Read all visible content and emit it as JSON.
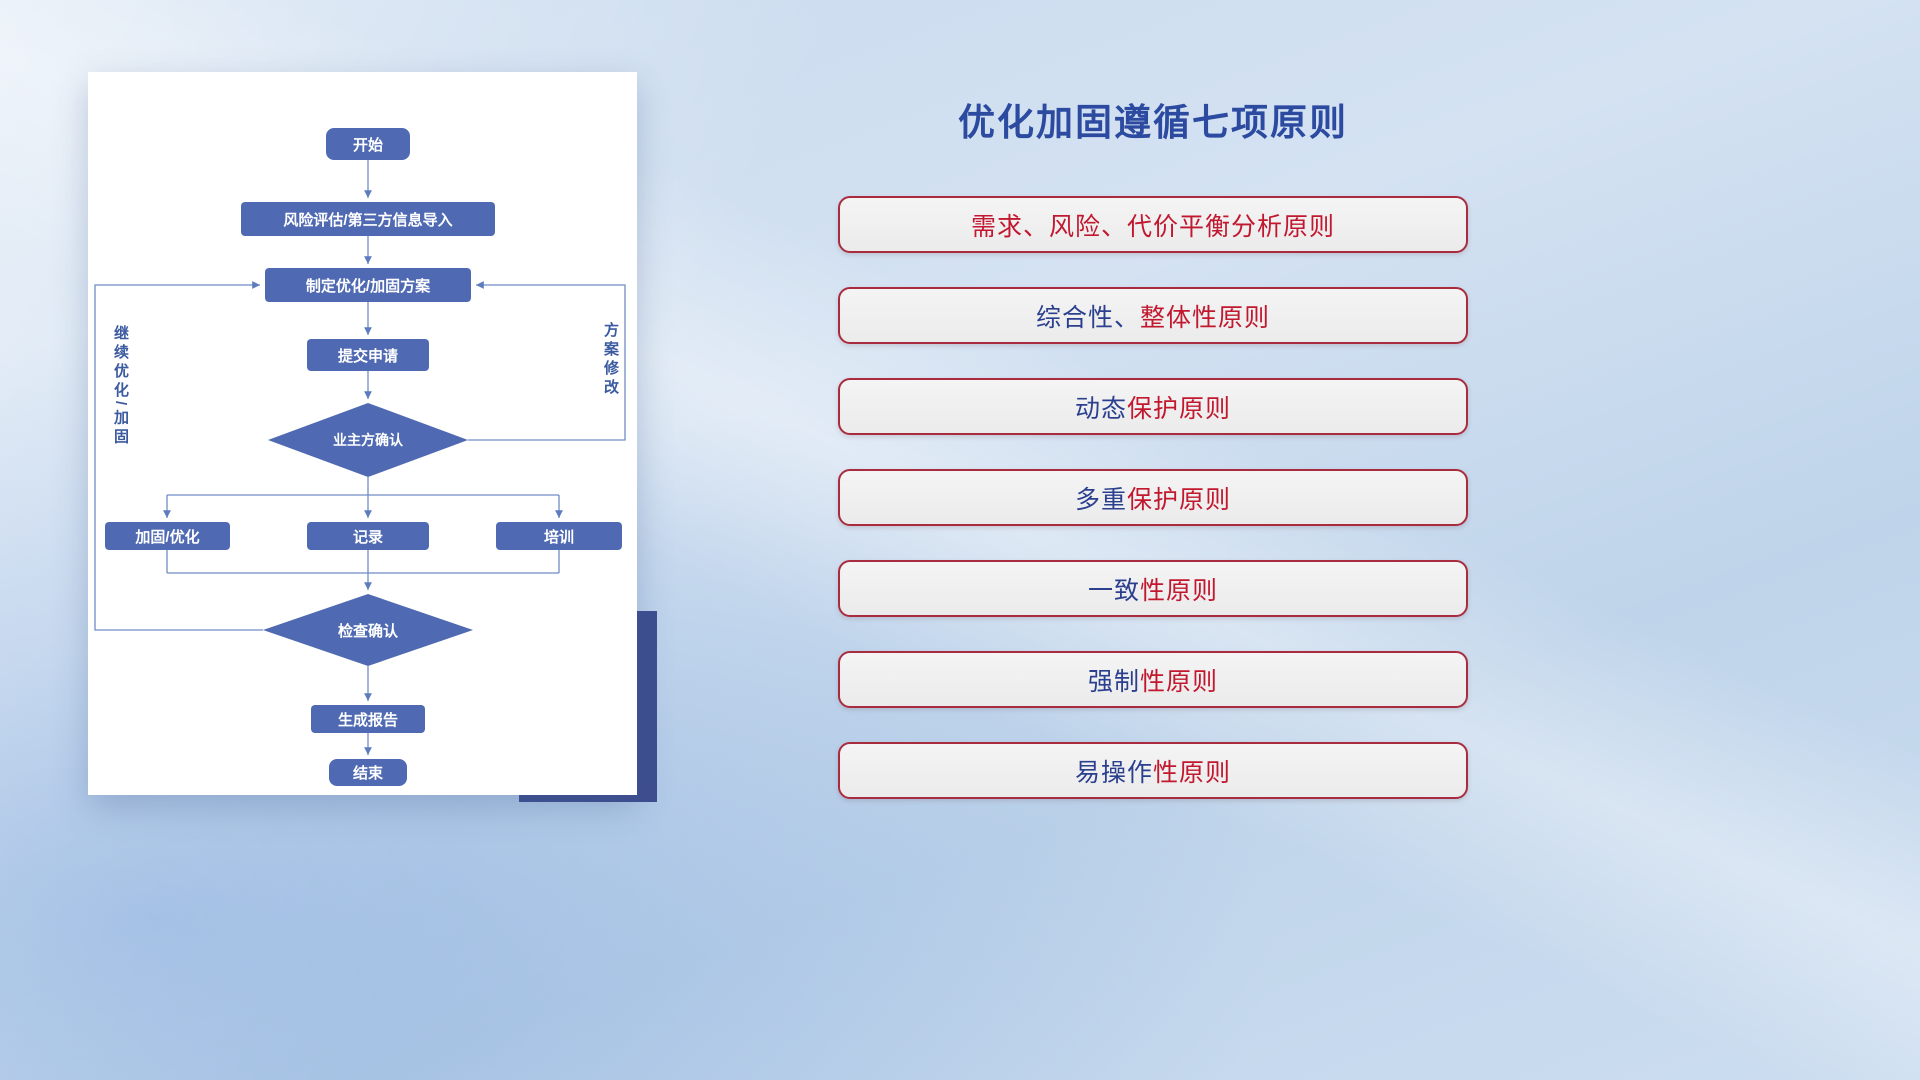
{
  "title": "优化加固遵循七项原则",
  "flowchart": {
    "nodes": {
      "start": "开始",
      "risk": "风险评估/第三方信息导入",
      "plan": "制定优化/加固方案",
      "submit": "提交申请",
      "confirm": "业主方确认",
      "reinforce": "加固/优化",
      "record": "记录",
      "training": "培训",
      "check": "检查确认",
      "report": "生成报告",
      "end": "结束"
    },
    "left_loop_label": "继续优化/加固",
    "right_loop_label": "方案修改"
  },
  "principles": [
    {
      "blue": "",
      "red": "需求、风险、代价平衡分析原则"
    },
    {
      "blue": "综合性、",
      "red": "整体性原则"
    },
    {
      "blue": "动态",
      "red": "保护原则"
    },
    {
      "blue": "多重",
      "red": "保护原则"
    },
    {
      "blue": "一致",
      "red": "性原则"
    },
    {
      "blue": "强制",
      "red": "性原则"
    },
    {
      "blue": "易操作",
      "red": "性原则"
    }
  ],
  "colors": {
    "title": "#2b4aa0",
    "node_fill": "#4f6ab2",
    "connector_line": "#6f8cc5",
    "pill_border": "#a82c3e",
    "pill_background": "#efefef",
    "principle_blue_text": "#2b3f8f",
    "principle_red_text": "#c1182f",
    "accent_square": "#3e4e90"
  }
}
